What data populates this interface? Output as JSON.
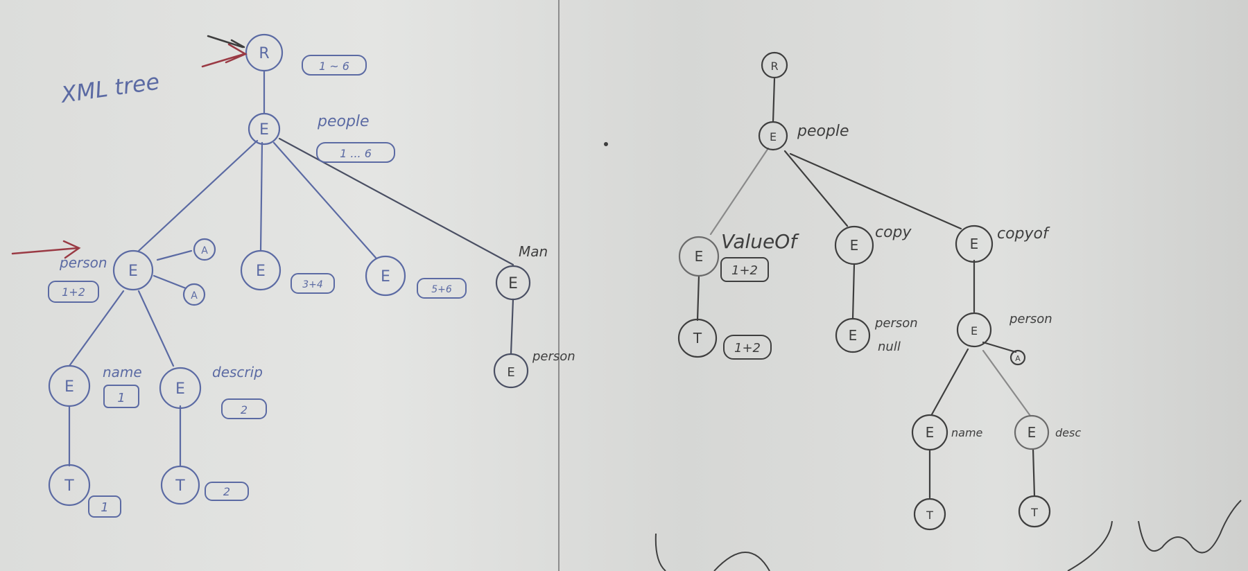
{
  "colors": {
    "blue_marker": "#5b6aa3",
    "black_marker": "#3e3e3e",
    "red_marker": "#9a3a44",
    "board_divider": "#8c8c8c"
  },
  "left_tree": {
    "title": "XML tree",
    "nodes": {
      "root": "R",
      "root_range": "1 ~ 6",
      "people": "E",
      "people_label": "people",
      "people_range": "1 ... 6",
      "person": "E",
      "person_label": "person",
      "person_range": "1+2",
      "attr_a1": "A",
      "attr_a2": "A",
      "e2": "E",
      "e2_range": "3+4",
      "e3": "E",
      "e3_range": "5+6",
      "man": "E",
      "man_label": "Man",
      "man_child": "E",
      "man_child_label": "person",
      "name": "E",
      "name_label": "name",
      "name_range": "1",
      "descrip": "E",
      "descrip_label": "descrip",
      "descrip_range": "2",
      "t1": "T",
      "t1_range": "1",
      "t2": "T",
      "t2_range": "2"
    }
  },
  "right_tree": {
    "nodes": {
      "root": "R",
      "people": "E",
      "people_label": "people",
      "valueof": "E",
      "valueof_label": "ValueOf",
      "valueof_range": "1+2",
      "valueof_t": "T",
      "valueof_t_range": "1+2",
      "copy1": "E",
      "copy1_label": "copy",
      "copy1_child": "E",
      "copy1_child_label": "person",
      "copy1_child_note": "null",
      "copyof": "E",
      "copyof_label": "copyof",
      "cperson": "E",
      "cperson_label": "person",
      "cattr": "A",
      "cname": "E",
      "cname_label": "name",
      "cdesc": "E",
      "cdesc_label": "desc",
      "ct1": "T",
      "ct2": "T"
    }
  }
}
